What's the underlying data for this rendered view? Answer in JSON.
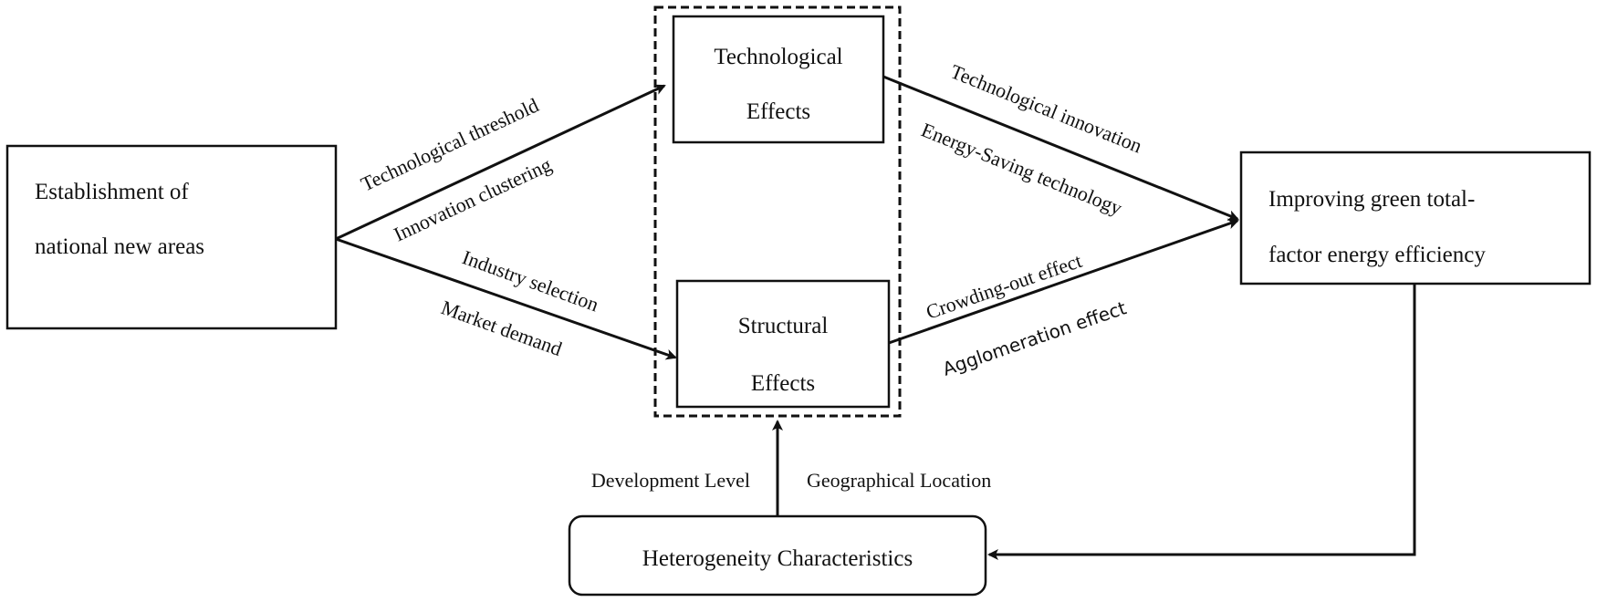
{
  "nodes": {
    "establishment": {
      "line1": "Establishment of",
      "line2": "national new areas"
    },
    "technological": {
      "line1": "Technological",
      "line2": "Effects"
    },
    "structural": {
      "line1": "Structural",
      "line2": "Effects"
    },
    "improving": {
      "line1": "Improving green total-",
      "line2": "factor energy efficiency"
    },
    "heterogeneity": {
      "label": "Heterogeneity Characteristics"
    }
  },
  "edge_labels": {
    "tech_threshold": "Technological threshold",
    "innovation_clustering": "Innovation clustering",
    "industry_selection": "Industry selection",
    "market_demand": "Market demand",
    "tech_innovation": "Technological innovation",
    "energy_saving": "Energy-Saving technology",
    "crowding_out": "Crowding-out effect",
    "agglomeration": "Agglomeration effect",
    "development_level": "Development Level",
    "geographical_location": "Geographical Location"
  }
}
